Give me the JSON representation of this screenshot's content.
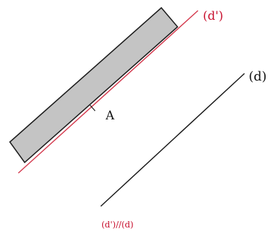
{
  "labels": {
    "line_d_prime": "(d')",
    "line_d": "(d)",
    "point_a": "A",
    "caption": "(d')//(d)"
  },
  "colors": {
    "red_line": "#d43a4e",
    "red_text": "#c8102e",
    "black_line": "#1a1a1a",
    "ruler_fill": "#c4c4c4",
    "ruler_stroke": "#1e1e1e",
    "text": "#111111"
  }
}
